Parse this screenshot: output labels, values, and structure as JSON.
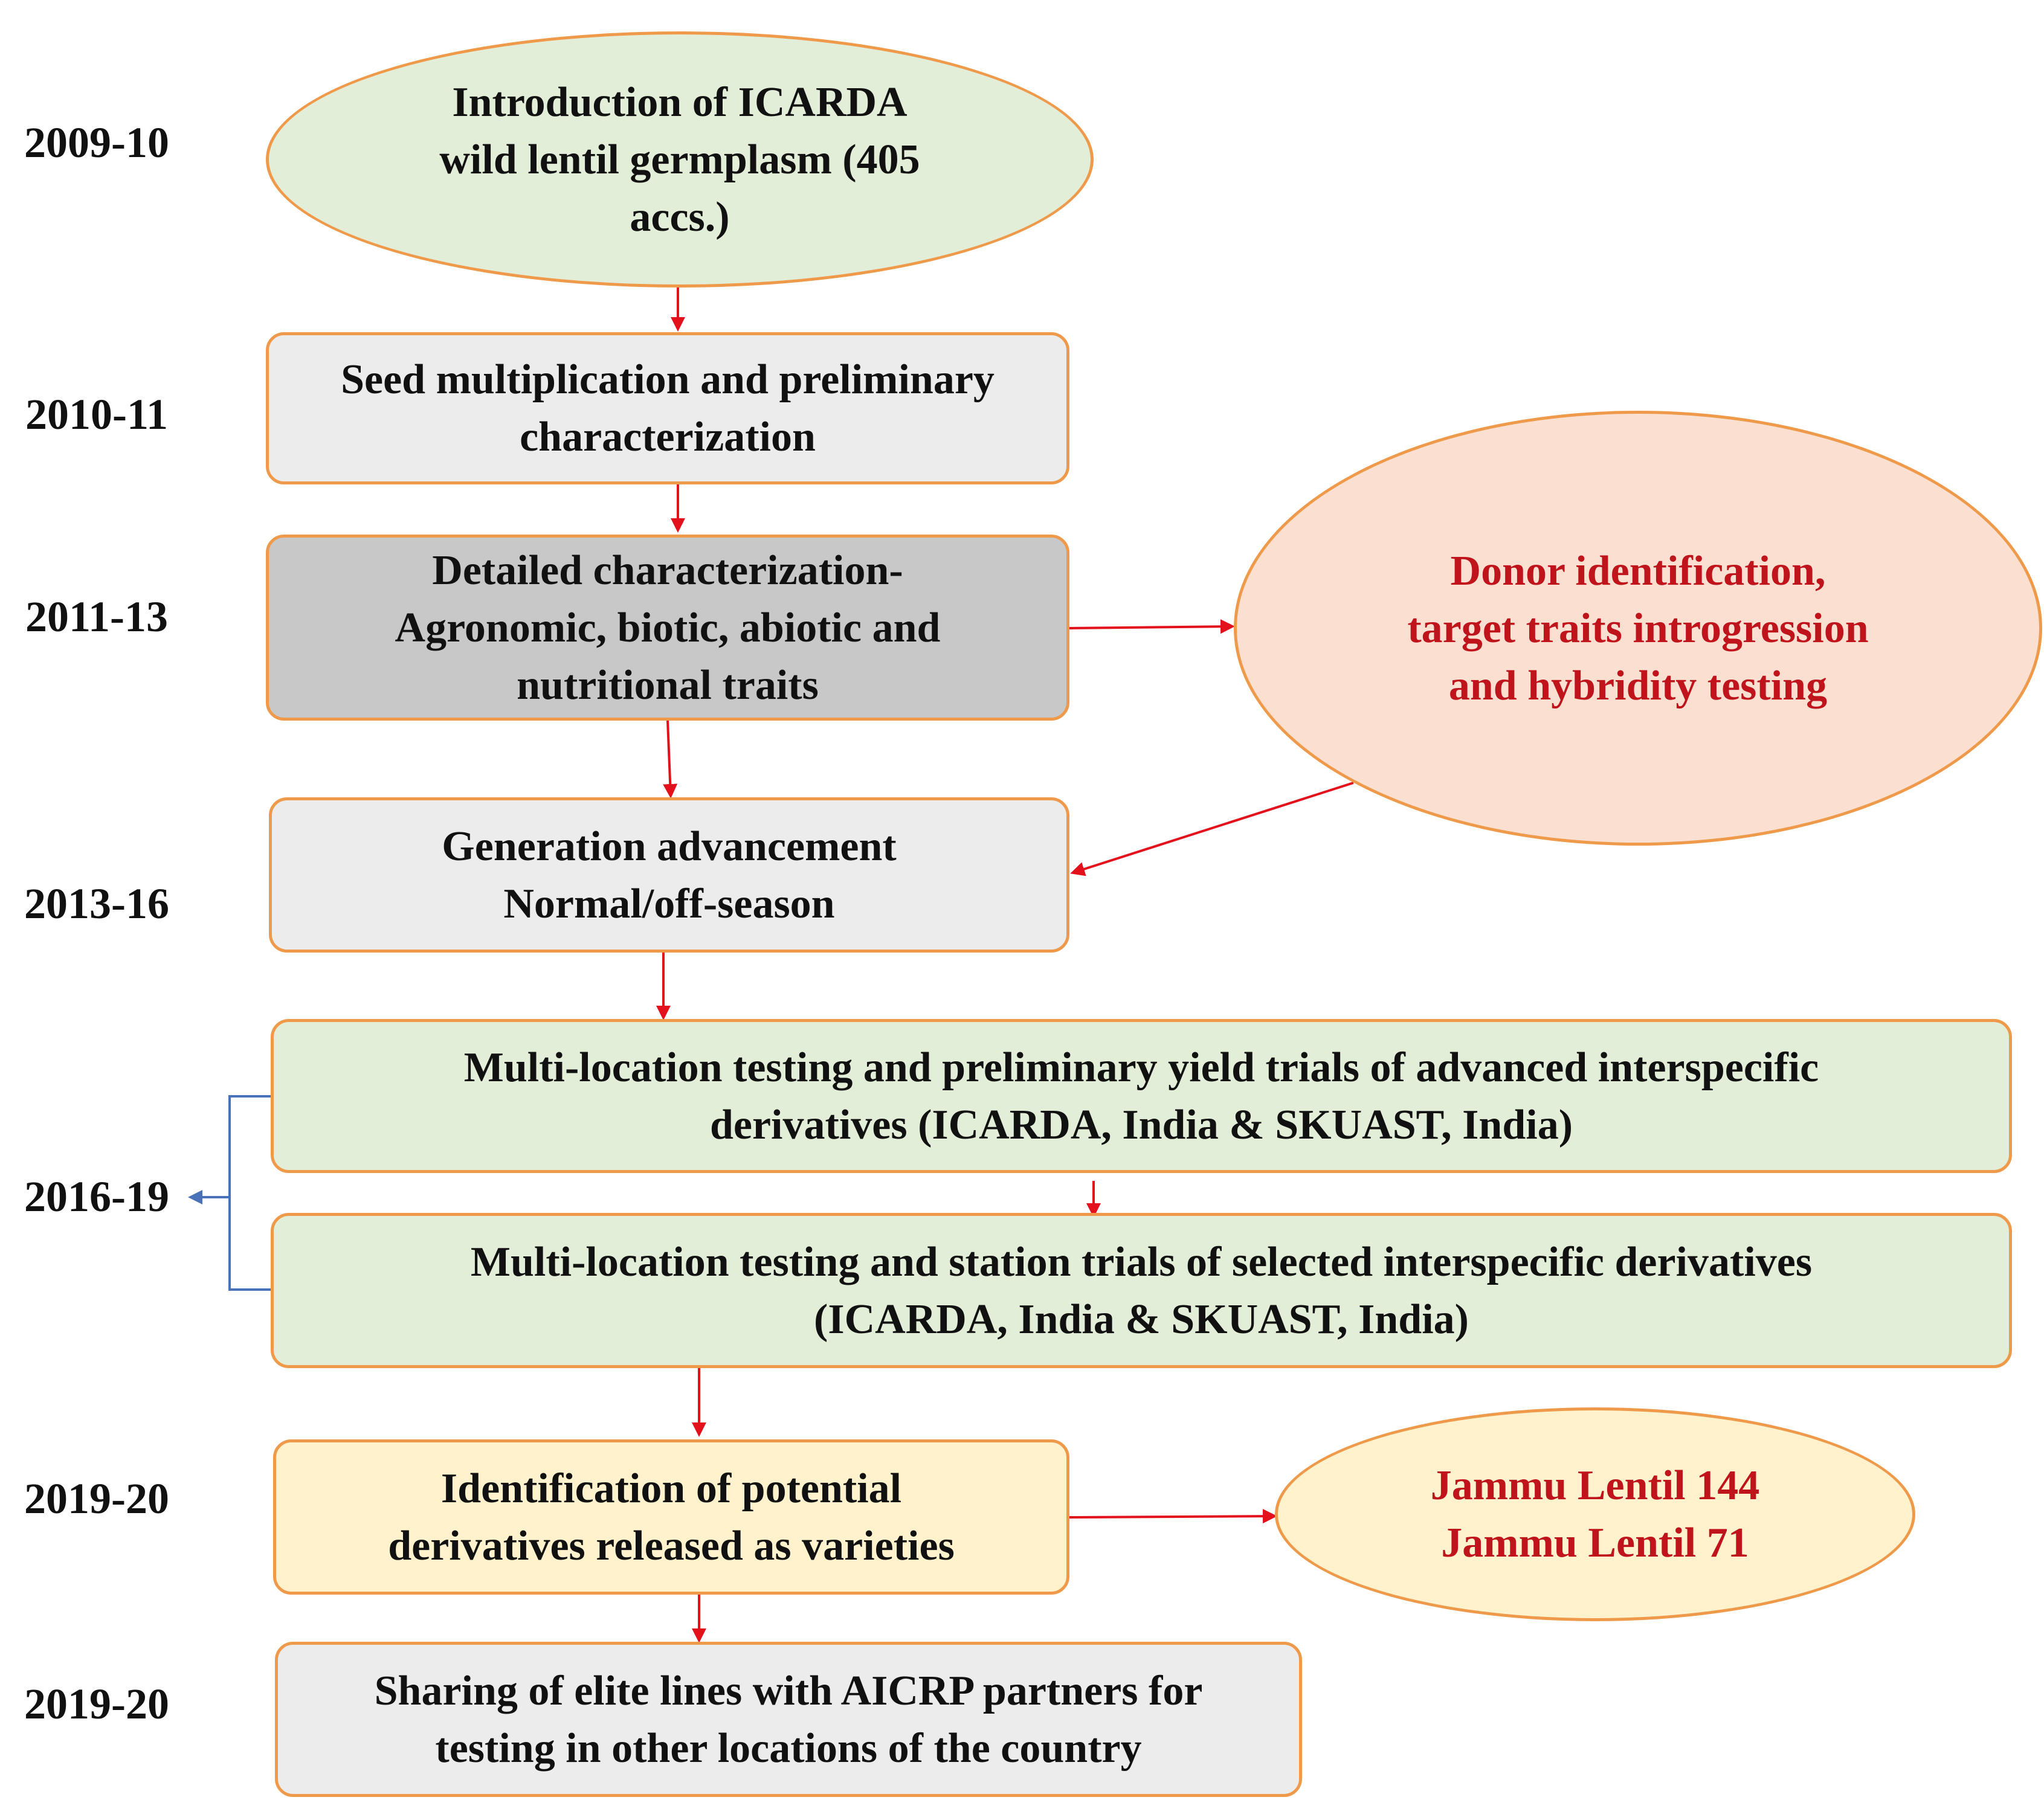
{
  "colors": {
    "box_border": "#ef9a4a",
    "arrow_red": "#e3111c",
    "bracket_blue": "#4a72b8",
    "green_fill": "#e3eed8",
    "gray_fill": "#ececec",
    "dark_gray_fill": "#c8c8c8",
    "salmon_fill": "#fbe0d2",
    "yellow_fill": "#fff2cc",
    "highlight_text": "#c0141c"
  },
  "years": [
    "2009-10",
    "2010-11",
    "2011-13",
    "2013-16",
    "2016-19",
    "2019-20",
    "2019-20"
  ],
  "nodes": {
    "introduction": "Introduction of ICARDA\nwild lentil germplasm (405\naccs.)",
    "seed_multiplication": "Seed multiplication and preliminary\ncharacterization",
    "detailed_characterization": "Detailed characterization-\nAgronomic, biotic, abiotic and\nnutritional traits",
    "donor_identification": "Donor identification,\ntarget traits introgression\nand hybridity testing",
    "generation_advancement": "Generation advancement\nNormal/off-season",
    "multilocation_preliminary": "Multi-location testing and preliminary yield trials of advanced interspecific\nderivatives (ICARDA, India & SKUAST, India)",
    "multilocation_station": "Multi-location testing and station trials of selected interspecific derivatives\n(ICARDA, India & SKUAST, India)",
    "identification_varieties": "Identification of potential\nderivatives released as varieties",
    "varieties_released": "Jammu Lentil 144\nJammu Lentil 71",
    "sharing_elite_lines": "Sharing of elite lines with AICRP partners for\ntesting in other locations of the country"
  }
}
